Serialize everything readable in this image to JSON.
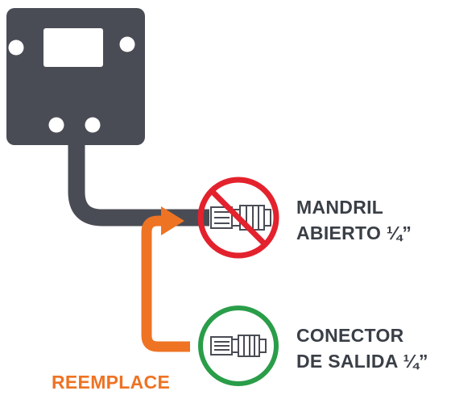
{
  "labels": {
    "old_part": [
      "MANDRIL",
      "ABIERTO ¼”"
    ],
    "new_part": [
      "CONECTOR",
      "DE SALIDA ¼”"
    ],
    "action": "REEMPLACE"
  },
  "colors": {
    "device": "#4a4c55",
    "cable": "#4a4c55",
    "prohibited": "#e3222d",
    "approved": "#2a9d49",
    "arrow": "#ee7323",
    "label_text": "#3a3f47"
  },
  "icons": {
    "device": "wall-plate-icon",
    "old_part": "chuck-fitting-icon",
    "new_part": "quick-connector-icon",
    "prohibited": "no-symbol-icon",
    "arrow": "replace-arrow-icon"
  }
}
